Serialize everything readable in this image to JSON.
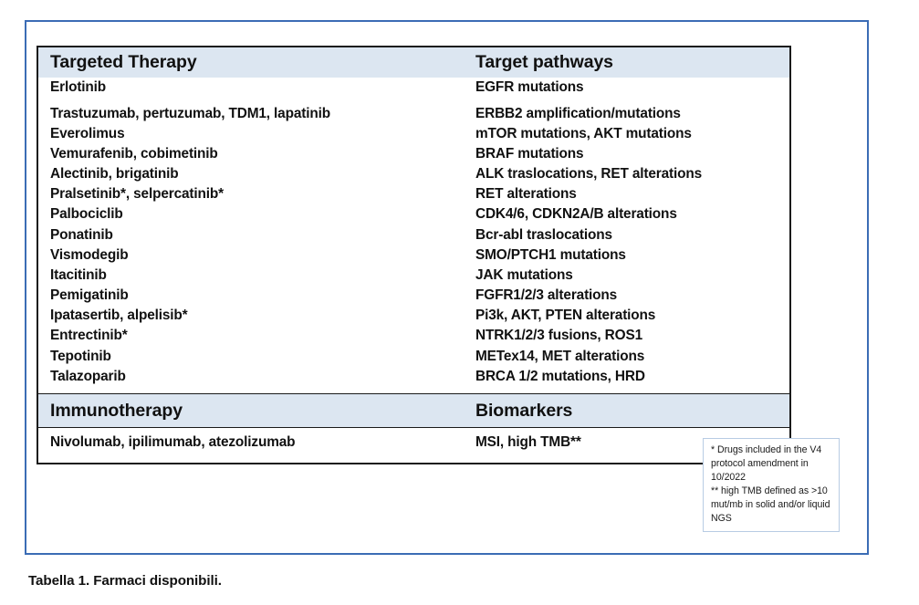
{
  "figure": {
    "caption": "Tabella 1. Farmaci disponibili.",
    "border_color": "#3b6cb5",
    "header_band_color": "#dce6f1"
  },
  "table": {
    "sections": [
      {
        "id": "targeted-therapy",
        "headers": {
          "left": "Targeted Therapy",
          "right": "Target pathways"
        },
        "rows": [
          {
            "drug": "Erlotinib",
            "pathway": "EGFR mutations"
          },
          {
            "drug": "Trastuzumab, pertuzumab, TDM1, lapatinib",
            "pathway": "ERBB2 amplification/mutations"
          },
          {
            "drug": "Everolimus",
            "pathway": "mTOR mutations, AKT mutations"
          },
          {
            "drug": "Vemurafenib, cobimetinib",
            "pathway": "BRAF mutations"
          },
          {
            "drug": "Alectinib, brigatinib",
            "pathway": "ALK traslocations, RET alterations"
          },
          {
            "drug": "Pralsetinib*, selpercatinib*",
            "pathway": "RET alterations"
          },
          {
            "drug": "Palbociclib",
            "pathway": "CDK4/6, CDKN2A/B alterations"
          },
          {
            "drug": "Ponatinib",
            "pathway": "Bcr-abl traslocations"
          },
          {
            "drug": "Vismodegib",
            "pathway": "SMO/PTCH1 mutations"
          },
          {
            "drug": "Itacitinib",
            "pathway": "JAK mutations"
          },
          {
            "drug": "Pemigatinib",
            "pathway": "FGFR1/2/3 alterations"
          },
          {
            "drug": "Ipatasertib, alpelisib*",
            "pathway": "Pi3k, AKT, PTEN alterations"
          },
          {
            "drug": "Entrectinib*",
            "pathway": "NTRK1/2/3 fusions, ROS1"
          },
          {
            "drug": "Tepotinib",
            "pathway": "METex14, MET alterations"
          },
          {
            "drug": "Talazoparib",
            "pathway": "BRCA 1/2 mutations, HRD"
          }
        ]
      },
      {
        "id": "immunotherapy",
        "headers": {
          "left": "Immunotherapy",
          "right": "Biomarkers"
        },
        "rows": [
          {
            "drug": "Nivolumab, ipilimumab, atezolizumab",
            "pathway": "MSI, high TMB**"
          }
        ]
      }
    ]
  },
  "footnote": {
    "line1": "* Drugs included in the V4 protocol amendment in 10/2022",
    "line2": "** high TMB defined as >10 mut/mb in solid and/or liquid NGS"
  }
}
